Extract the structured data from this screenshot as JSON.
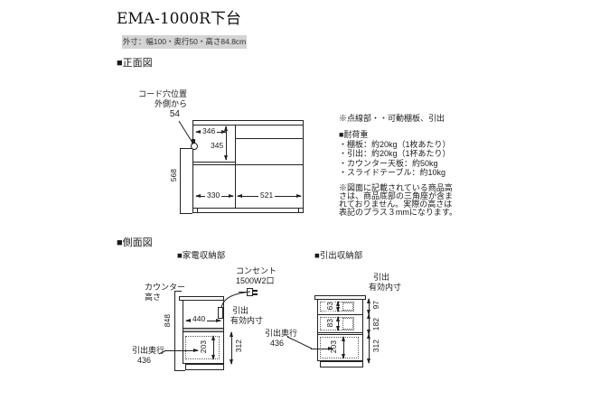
{
  "header": {
    "title": "EMA-1000R下台",
    "outer_size": "外寸：幅100・奥行50・高さ84.8cm"
  },
  "sections": {
    "front": "■正面図",
    "side": "■側面図",
    "appliance_part": "■家電収納部",
    "drawer_part": "■引出収納部"
  },
  "front_view": {
    "cord_hole_line1": "コード穴位置",
    "cord_hole_line2": "外側から",
    "cord_hole_value": "54",
    "dim_opening_w": "346",
    "dim_opening_h": "345",
    "dim_height": "568",
    "dim_left_w": "330",
    "dim_right_w": "521"
  },
  "notes": {
    "dotted": "※点線部・・可動棚板、引出",
    "load_title": "■耐荷重",
    "load1": "・棚板：約20kg（1枚あたり）",
    "load2": "・引出：約20kg（1杯あたり）",
    "load3": "・カウンター天板：約50kg",
    "load4": "・スライドテーブル：約10kg",
    "height1": "※図面に記載されている商品高",
    "height2": "さは、商品底部の三角座が含ま",
    "height3": "れておりません。実際の高さは",
    "height4": "表記のプラス３mmになります。"
  },
  "appliance_view": {
    "counter_l1": "カウンター",
    "counter_l2": "高さ",
    "outlet_l1": "コンセント",
    "outlet_l2": "1500W2口",
    "drawer_l1": "引出",
    "drawer_l2": "有効内寸",
    "depth_label": "引出奥行",
    "depth_value": "436",
    "dim_height": "848",
    "dim_inner_w": "440",
    "dim_drawer_inner": "203",
    "dim_drawer_outer": "312"
  },
  "drawer_view": {
    "drawer_l1": "引出",
    "drawer_l2": "有効内寸",
    "depth_label": "引出奥行",
    "depth_value": "436",
    "rows": [
      {
        "inner": "63",
        "outer": "97"
      },
      {
        "inner": "83",
        "outer": "182"
      },
      {
        "inner": "203",
        "outer": "312"
      }
    ]
  },
  "colors": {
    "line": "#222222",
    "badge_bg": "#d4d4d4"
  }
}
